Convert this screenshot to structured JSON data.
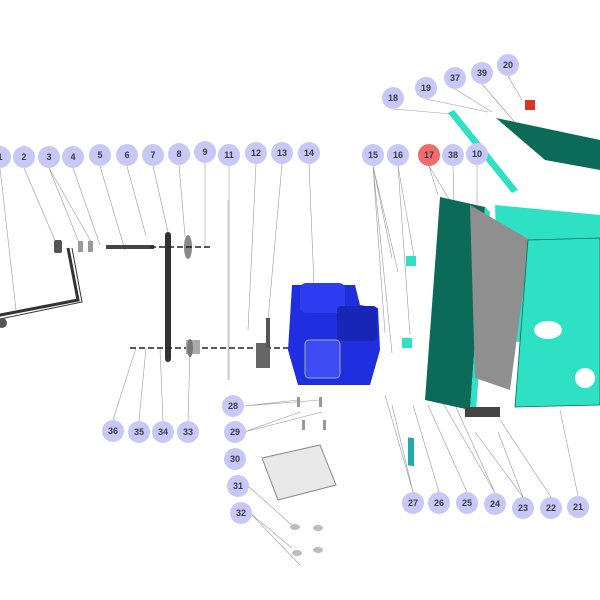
{
  "diagram": {
    "callouts": {
      "c1": "1",
      "c2": "2",
      "c3": "3",
      "c4": "4",
      "c5": "5",
      "c6": "6",
      "c7": "7",
      "c8": "8",
      "c9": "9",
      "c10": "10",
      "c11": "11",
      "c12": "12",
      "c13": "13",
      "c14": "14",
      "c15": "15",
      "c16": "16",
      "c17": "17",
      "c18": "18",
      "c19": "19",
      "c20": "20",
      "c21": "21",
      "c22": "22",
      "c23": "23",
      "c24": "24",
      "c25": "25",
      "c26": "26",
      "c27": "27",
      "c28": "28",
      "c29": "29",
      "c30": "30",
      "c31": "31",
      "c32": "32",
      "c33": "33",
      "c34": "34",
      "c35": "35",
      "c36": "36",
      "c37": "37",
      "c38": "38",
      "c39": "39"
    },
    "highlighted": "17",
    "colors": {
      "callout": "#c8c8f6",
      "highlight": "#f26b6b",
      "engine": "#1f2fe0",
      "panel_light": "#2ee0c4",
      "panel_dark": "#0b6b58",
      "plate": "#8f8f8f"
    }
  }
}
